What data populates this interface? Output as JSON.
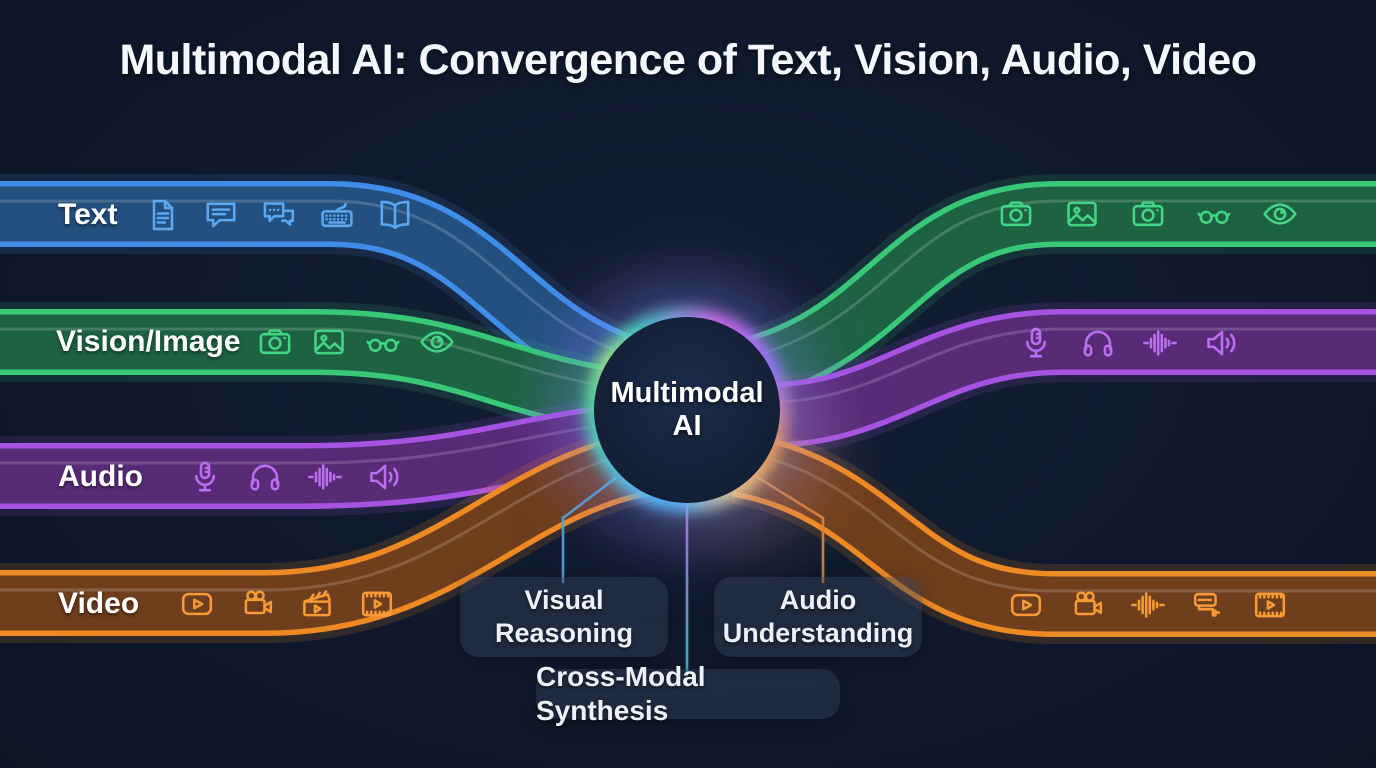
{
  "title": "Multimodal AI: Convergence of Text, Vision, Audio, Video",
  "center": {
    "line1": "Multimodal",
    "line2": "AI"
  },
  "inputs": [
    {
      "label": "Text",
      "color": "#3f8de8",
      "fill": "#24507f",
      "icons": [
        "document-icon",
        "chat-bubble-icon",
        "chat-bubbles-icon",
        "keyboard-icon",
        "open-book-icon"
      ]
    },
    {
      "label": "Vision/Image",
      "color": "#38c878",
      "fill": "#1d6343",
      "icons": [
        "camera-icon",
        "image-icon",
        "glasses-icon",
        "eye-icon"
      ]
    },
    {
      "label": "Audio",
      "color": "#a553e0",
      "fill": "#582b77",
      "icons": [
        "microphone-icon",
        "headphones-icon",
        "waveform-icon",
        "speaker-icon"
      ]
    },
    {
      "label": "Video",
      "color": "#ee8a24",
      "fill": "#6e3e1d",
      "icons": [
        "play-button-icon",
        "video-camera-icon",
        "clapperboard-icon",
        "film-strip-icon"
      ]
    }
  ],
  "outputs": [
    {
      "modality": "vision",
      "color": "#38c878",
      "icons": [
        "camera-icon",
        "image-icon",
        "camera-icon",
        "glasses-icon",
        "eye-icon"
      ]
    },
    {
      "modality": "audio",
      "color": "#a553e0",
      "icons": [
        "microphone-icon",
        "headphones-icon",
        "waveform-icon",
        "speaker-icon"
      ]
    },
    {
      "modality": "video",
      "color": "#ee8a24",
      "icons": [
        "play-button-icon",
        "video-camera-icon",
        "waveform-icon",
        "subtitle-icon",
        "film-strip-icon"
      ]
    }
  ],
  "capabilities": {
    "visual": {
      "line1": "Visual",
      "line2": "Reasoning"
    },
    "audio": {
      "line1": "Audio",
      "line2": "Understanding"
    },
    "cross": {
      "label": "Cross-Modal Synthesis"
    }
  },
  "colors": {
    "background": "#0f1726",
    "blue": "#3f8de8",
    "green": "#38c878",
    "purple": "#a553e0",
    "orange": "#ee8a24"
  }
}
